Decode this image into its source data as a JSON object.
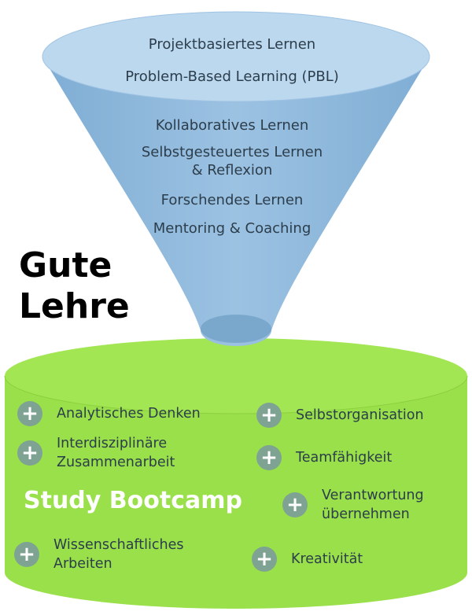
{
  "funnel": {
    "items": [
      "Projektbasiertes Lernen",
      "Problem-Based Learning (PBL)",
      "Kollaboratives Lernen",
      "Selbstgesteuertes Lernen\n& Reflexion",
      "Forschendes Lernen",
      "Mentoring & Coaching"
    ],
    "colors": {
      "body": "#8fb7d9",
      "top": "#bcd8ee",
      "outline": "#7aa7cc"
    }
  },
  "title": {
    "line1": "Gute",
    "line2": "Lehre"
  },
  "bootcamp": {
    "title": "Study Bootcamp",
    "color": "#99e04a",
    "benefits": [
      {
        "label": "Analytisches Denken",
        "icon": "plus-icon"
      },
      {
        "label": "Interdisziplinäre\nZusammenarbeit",
        "icon": "plus-icon"
      },
      {
        "label": "Wissenschaftliches\nArbeiten",
        "icon": "plus-icon"
      },
      {
        "label": "Selbstorganisation",
        "icon": "plus-icon"
      },
      {
        "label": "Teamfähigkeit",
        "icon": "plus-icon"
      },
      {
        "label": "Verantwortung\nübernehmen",
        "icon": "plus-icon"
      },
      {
        "label": "Kreativität",
        "icon": "plus-icon"
      }
    ]
  }
}
